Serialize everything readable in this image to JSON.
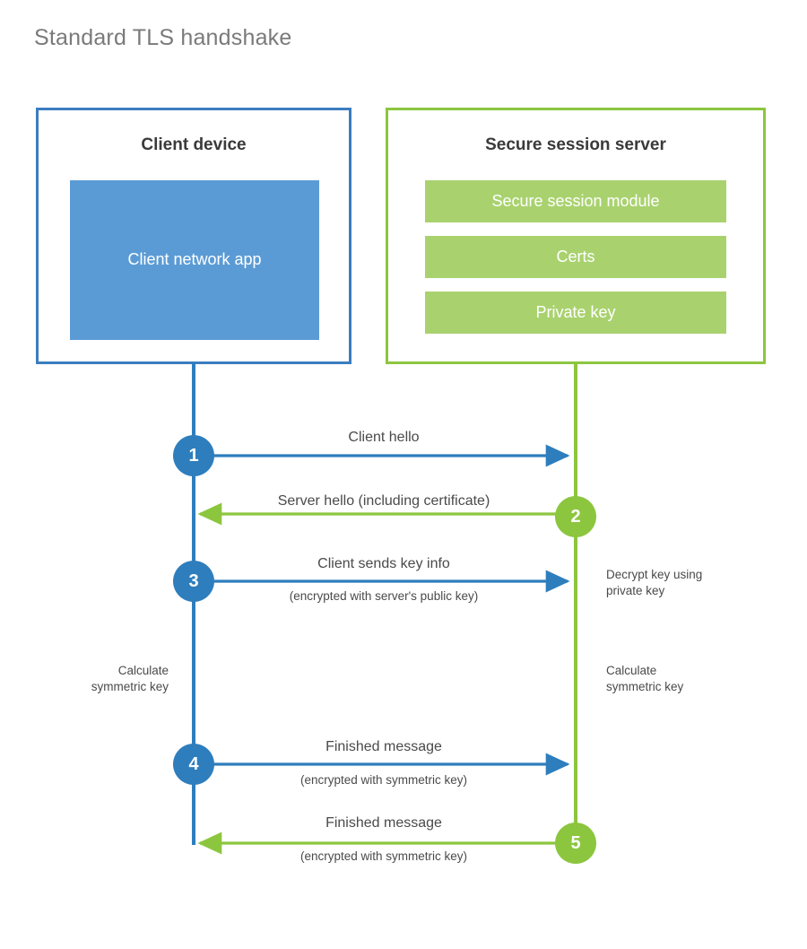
{
  "title": "Standard TLS handshake",
  "colors": {
    "client_accent": "#2e7ebd",
    "client_box_border": "#3b7dc0",
    "client_app_fill": "#5b9bd5",
    "server_accent": "#8cc63f",
    "server_module_fill": "#a9d26e",
    "text": "#4a4a4a",
    "title_text": "#7a7a7a",
    "background": "#ffffff"
  },
  "client": {
    "title": "Client device",
    "app_label": "Client network\napp"
  },
  "server": {
    "title": "Secure session server",
    "modules": [
      {
        "label": "Secure session module"
      },
      {
        "label": "Certs"
      },
      {
        "label": "Private key"
      }
    ]
  },
  "steps": [
    {
      "number": "1",
      "side": "client",
      "direction": "client-to-server",
      "label": "Client hello",
      "sublabel": ""
    },
    {
      "number": "2",
      "side": "server",
      "direction": "server-to-client",
      "label": "Server hello (including certificate)",
      "sublabel": ""
    },
    {
      "number": "3",
      "side": "client",
      "direction": "client-to-server",
      "label": "Client sends key info",
      "sublabel": "(encrypted with server's public key)"
    },
    {
      "number": "4",
      "side": "client",
      "direction": "client-to-server",
      "label": "Finished message",
      "sublabel": "(encrypted with symmetric key)"
    },
    {
      "number": "5",
      "side": "server",
      "direction": "server-to-client",
      "label": "Finished message",
      "sublabel": "(encrypted with symmetric key)"
    }
  ],
  "notes": {
    "decrypt_key": "Decrypt key using\nprivate key",
    "client_calculate": "Calculate\nsymmetric key",
    "server_calculate": "Calculate\nsymmetric key"
  }
}
